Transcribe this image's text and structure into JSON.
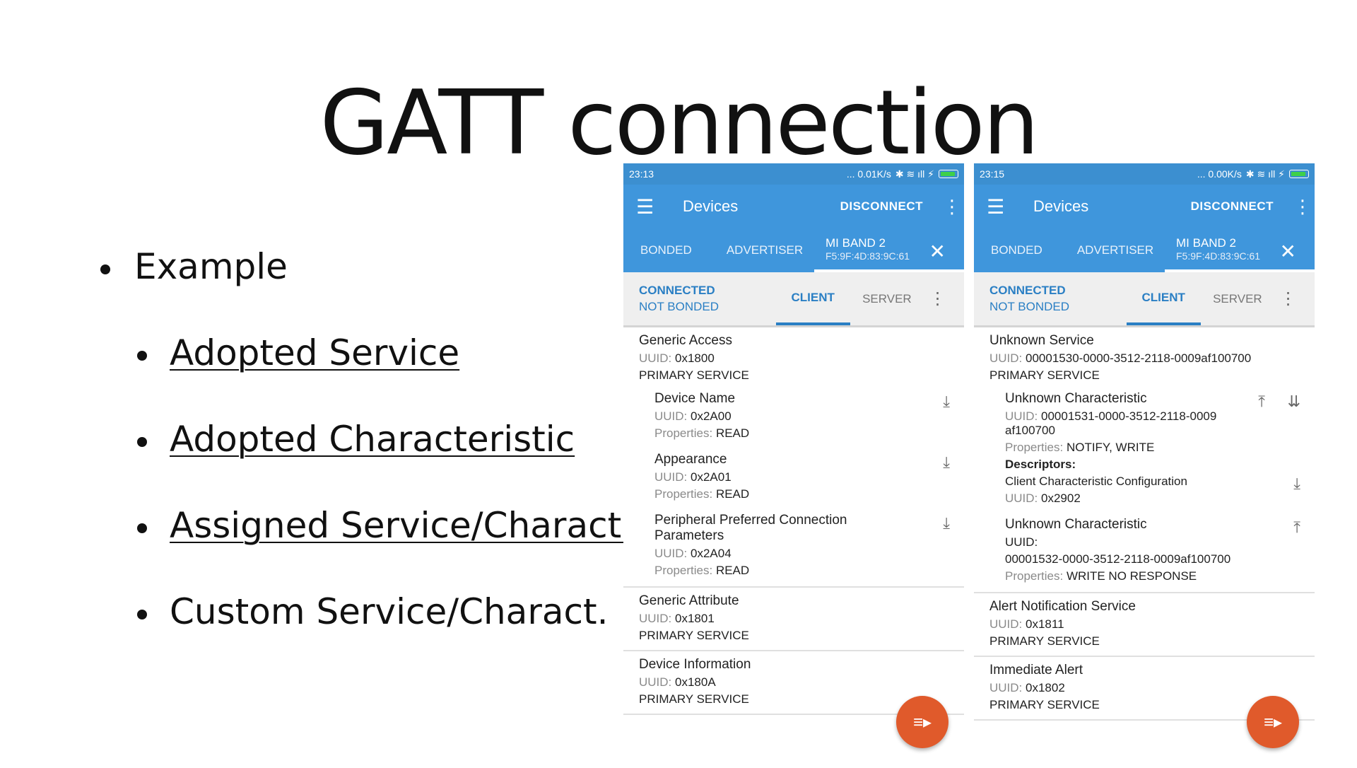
{
  "slide": {
    "title": "GATT connection",
    "bullets": [
      {
        "text": "Example"
      },
      {
        "text": "Adopted Service"
      },
      {
        "text": "Adopted Characteristic"
      },
      {
        "text": "Assigned Service/Charact."
      },
      {
        "text": "Custom Service/Charact."
      }
    ]
  },
  "phones": [
    {
      "status": {
        "time": "23:13",
        "net": "... 0.01K/s"
      },
      "appbar": {
        "title": "Devices",
        "action": "DISCONNECT"
      },
      "tabs": {
        "bonded": "BONDED",
        "advertiser": "ADVERTISER",
        "device_name": "MI BAND 2",
        "device_mac": "F5:9F:4D:83:9C:61"
      },
      "conn": {
        "connected": "CONNECTED",
        "bonded": "NOT BONDED",
        "client": "CLIENT",
        "server": "SERVER"
      },
      "services": [
        {
          "name": "Generic Access",
          "uuid_label": "UUID:",
          "uuid": "0x1800",
          "type": "PRIMARY SERVICE",
          "chars": [
            {
              "name": "Device Name",
              "uuid": "0x2A00",
              "props": "READ"
            },
            {
              "name": "Appearance",
              "uuid": "0x2A01",
              "props": "READ"
            },
            {
              "name": "Peripheral Preferred Connection Parameters",
              "uuid": "0x2A04",
              "props": "READ"
            }
          ]
        },
        {
          "name": "Generic Attribute",
          "uuid_label": "UUID:",
          "uuid": "0x1801",
          "type": "PRIMARY SERVICE"
        },
        {
          "name": "Device Information",
          "uuid_label": "UUID:",
          "uuid": "0x180A",
          "type": "PRIMARY SERVICE"
        }
      ]
    },
    {
      "status": {
        "time": "23:15",
        "net": "... 0.00K/s"
      },
      "appbar": {
        "title": "Devices",
        "action": "DISCONNECT"
      },
      "tabs": {
        "bonded": "BONDED",
        "advertiser": "ADVERTISER",
        "device_name": "MI BAND 2",
        "device_mac": "F5:9F:4D:83:9C:61"
      },
      "conn": {
        "connected": "CONNECTED",
        "bonded": "NOT BONDED",
        "client": "CLIENT",
        "server": "SERVER"
      },
      "services": [
        {
          "name": "Unknown Service",
          "uuid_label": "UUID:",
          "uuid": "00001530-0000-3512-2118-0009af100700",
          "type": "PRIMARY SERVICE",
          "chars": [
            {
              "name": "Unknown Characteristic",
              "uuid": "00001531-0000-3512-2118-0009 af100700",
              "props": "NOTIFY, WRITE",
              "descriptors_label": "Descriptors:",
              "descriptor": "Client Characteristic Configuration",
              "descriptor_uuid": "0x2902"
            },
            {
              "name": "Unknown Characteristic",
              "uuid": "00001532-0000-3512-2118-0009af100700",
              "props": "WRITE NO RESPONSE"
            }
          ]
        },
        {
          "name": "Alert Notification Service",
          "uuid_label": "UUID:",
          "uuid": "0x1811",
          "type": "PRIMARY SERVICE"
        },
        {
          "name": "Immediate Alert",
          "uuid_label": "UUID:",
          "uuid": "0x1802",
          "type": "PRIMARY SERVICE"
        }
      ]
    }
  ],
  "labels": {
    "uuid": "UUID:",
    "properties": "Properties:"
  },
  "colors": {
    "appbar": "#3f96dc",
    "accent": "#2a7fc4",
    "fab": "#e05a2b"
  }
}
